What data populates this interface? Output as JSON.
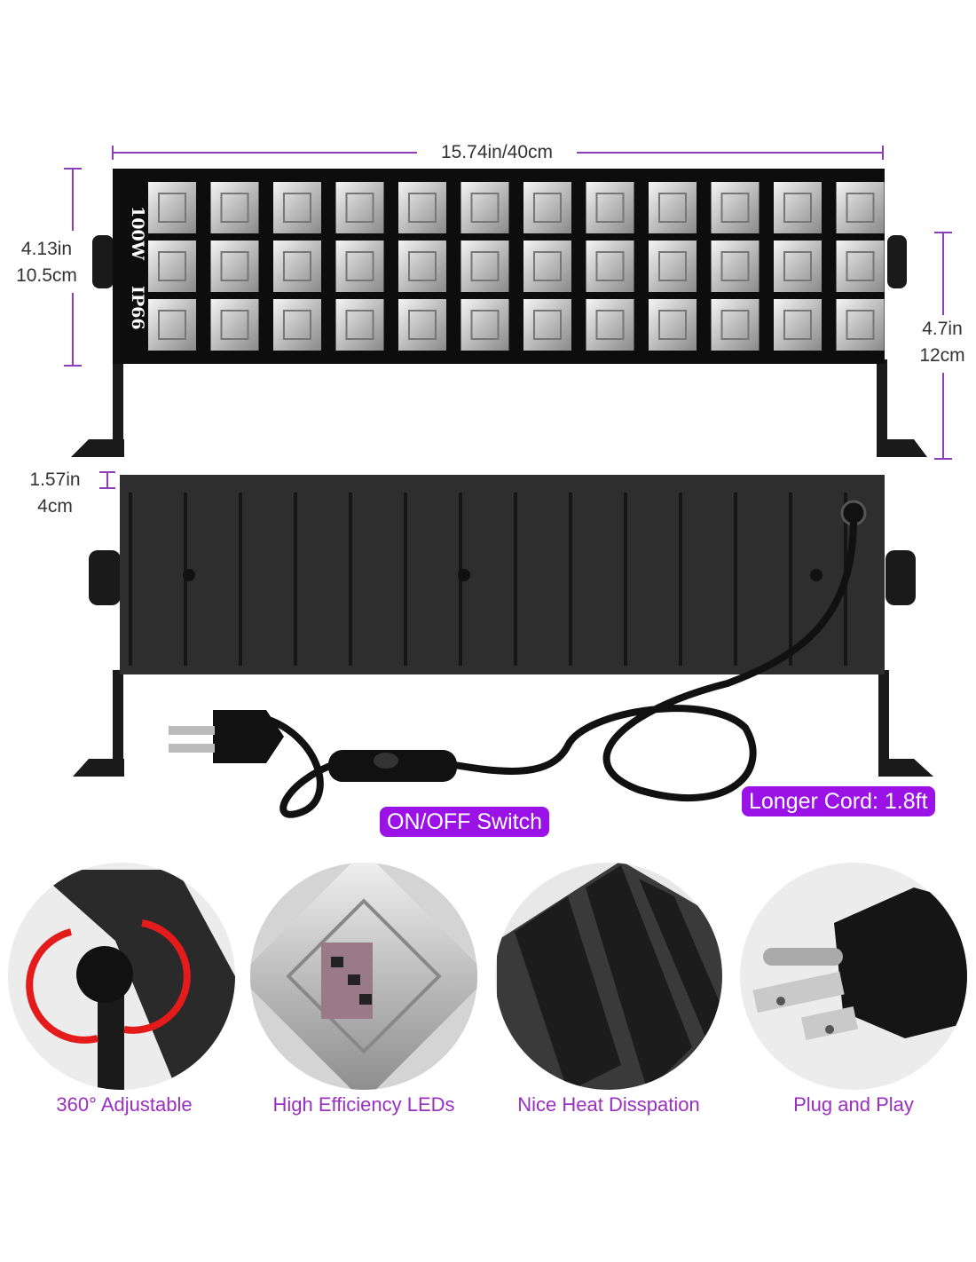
{
  "dimensions": {
    "width": "15.74in/40cm",
    "panel_height_in": "4.13in",
    "panel_height_cm": "10.5cm",
    "total_height_in": "4.7in",
    "total_height_cm": "12cm",
    "depth_in": "1.57in",
    "depth_cm": "4cm"
  },
  "panel_markings": {
    "power": "100W",
    "rating": "IP66"
  },
  "badges": {
    "switch": "ON/OFF Switch",
    "cord": "Longer Cord: 1.8ft"
  },
  "features": [
    {
      "label": "360° Adjustable",
      "icon": "knob-rotate-icon"
    },
    {
      "label": "High Efficiency LEDs",
      "icon": "led-chip-icon"
    },
    {
      "label": "Nice Heat Disspation",
      "icon": "heat-sink-icon"
    },
    {
      "label": "Plug and Play",
      "icon": "plug-icon"
    }
  ],
  "colors": {
    "accent": "#9a12e6",
    "caption": "#9a2fc0",
    "dimension_line": "#8a3fb8"
  }
}
